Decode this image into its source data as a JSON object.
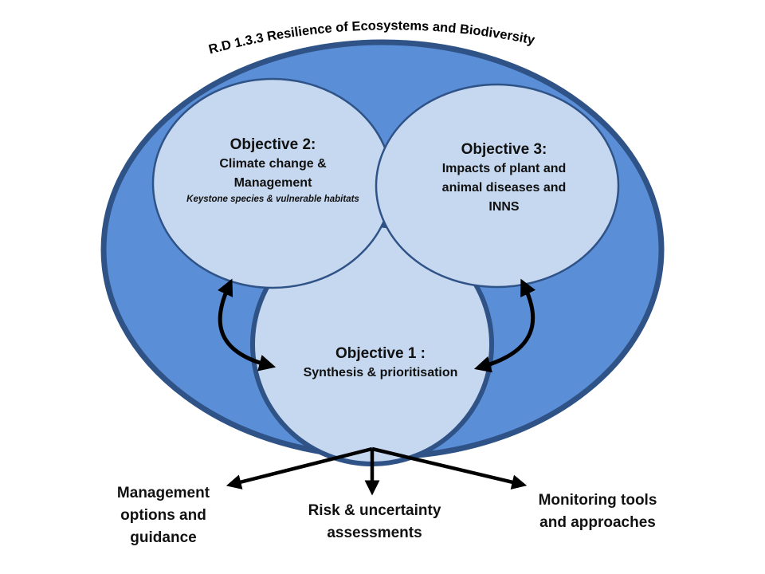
{
  "header": {
    "title": "R.D 1.3.3 Resilience of Ecosystems and Biodiversity"
  },
  "colors": {
    "outer_fill": "#5a8ed6",
    "outer_stroke": "#2f5287",
    "circle_fill": "#c6d8ef",
    "circle_stroke": "#2f5287",
    "arrow": "#000000"
  },
  "objectives": {
    "obj2": {
      "title": "Objective 2:",
      "line1": "Climate change &",
      "line2": "Management",
      "note": "Keystone species & vulnerable habitats"
    },
    "obj3": {
      "title": "Objective 3:",
      "line1": "Impacts of plant and",
      "line2": "animal diseases and",
      "line3": "INNS"
    },
    "obj1": {
      "title": "Objective 1 :",
      "line1": "Synthesis  & prioritisation"
    }
  },
  "outcomes": {
    "management": {
      "line1": "Management",
      "line2": "options and",
      "line3": "guidance"
    },
    "risk": {
      "line1": "Risk & uncertainty",
      "line2": "assessments"
    },
    "monitoring": {
      "line1": "Monitoring tools",
      "line2": "and approaches"
    }
  }
}
